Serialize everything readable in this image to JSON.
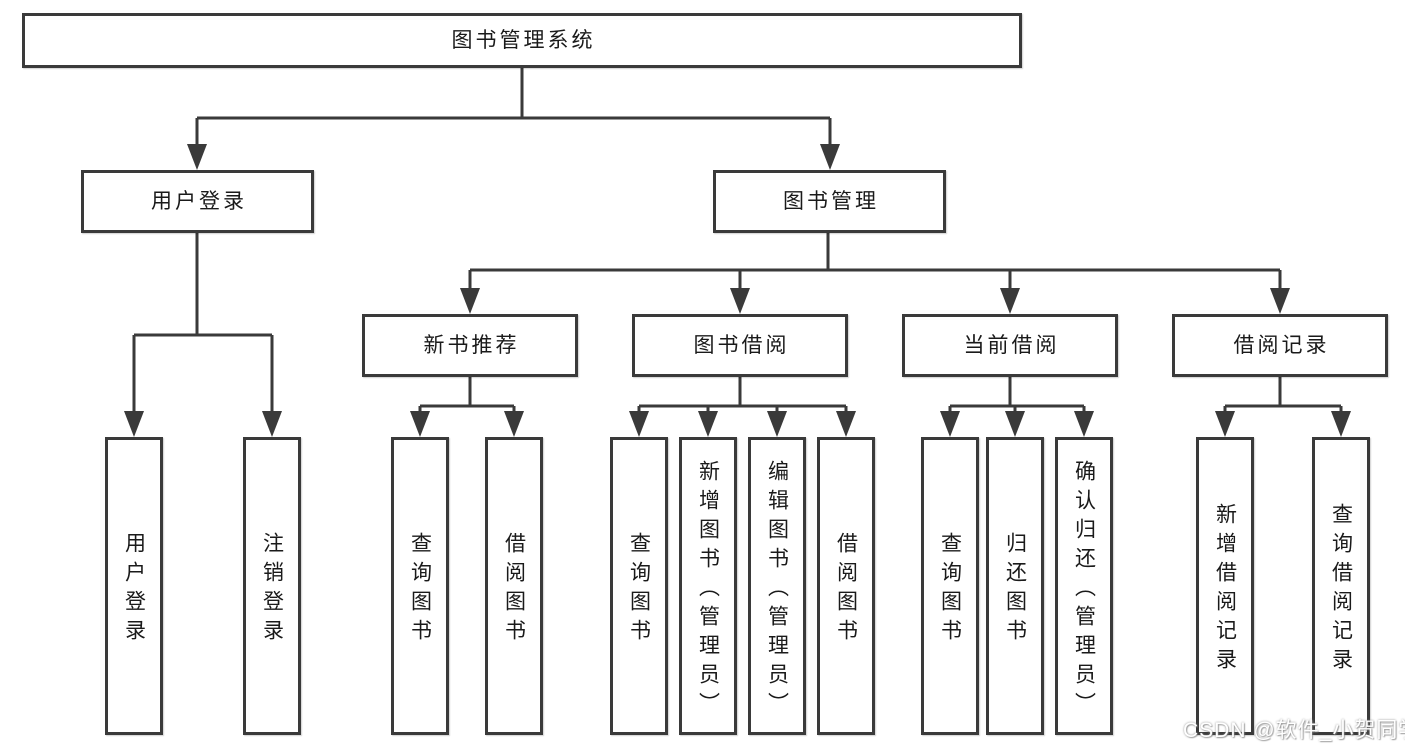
{
  "diagram": {
    "watermark": "CSDN @软件_小贺同学",
    "colors": {
      "line": "#3a3a3a",
      "border": "#3a3a3a",
      "text": "#1a1a1a",
      "background": "#ffffff",
      "watermark_text": "#ffffff"
    },
    "tree": {
      "root": {
        "label": "图书管理系统"
      },
      "level2": [
        {
          "label": "用户登录",
          "children": [
            {
              "label": "用户登录"
            },
            {
              "label": "注销登录"
            }
          ]
        },
        {
          "label": "图书管理"
        }
      ],
      "level3": [
        {
          "label": "新书推荐",
          "children": [
            {
              "label": "查询图书"
            },
            {
              "label": "借阅图书"
            }
          ]
        },
        {
          "label": "图书借阅",
          "children": [
            {
              "label": "查询图书"
            },
            {
              "label": "新增图书（管理员）"
            },
            {
              "label": "编辑图书（管理员）"
            },
            {
              "label": "借阅图书"
            }
          ]
        },
        {
          "label": "当前借阅",
          "children": [
            {
              "label": "查询图书"
            },
            {
              "label": "归还图书"
            },
            {
              "label": "确认归还（管理员）"
            }
          ]
        },
        {
          "label": "借阅记录",
          "children": [
            {
              "label": "新增借阅记录"
            },
            {
              "label": "查询借阅记录"
            }
          ]
        }
      ]
    }
  }
}
